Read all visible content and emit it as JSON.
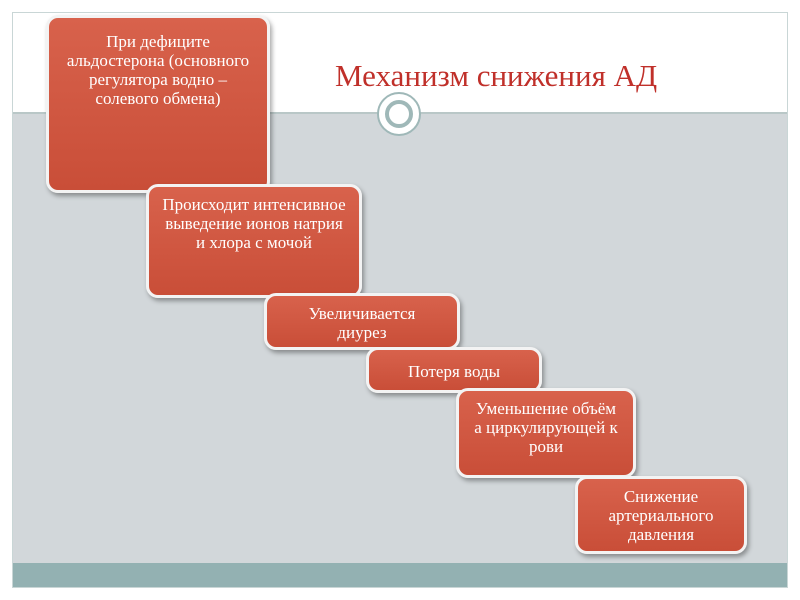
{
  "slide": {
    "title": "Механизм снижения АД"
  },
  "steps": [
    {
      "text": "При дефиците альдостерона (основного регулятора водно – солевого обмена)"
    },
    {
      "text": "Происходит интенсивное выведение ионов натрия и хлора с мочой"
    },
    {
      "text": "Увеличивается диурез"
    },
    {
      "text": "Потеря воды"
    },
    {
      "text": "Уменьшение объёма циркулирующей крови"
    },
    {
      "text": "Снижение артериального давления"
    }
  ],
  "colors": {
    "title": "#c0302a",
    "step_fill": "#d2573f",
    "panel": "#d2d7da",
    "bottom_bar": "#93b1b2"
  }
}
